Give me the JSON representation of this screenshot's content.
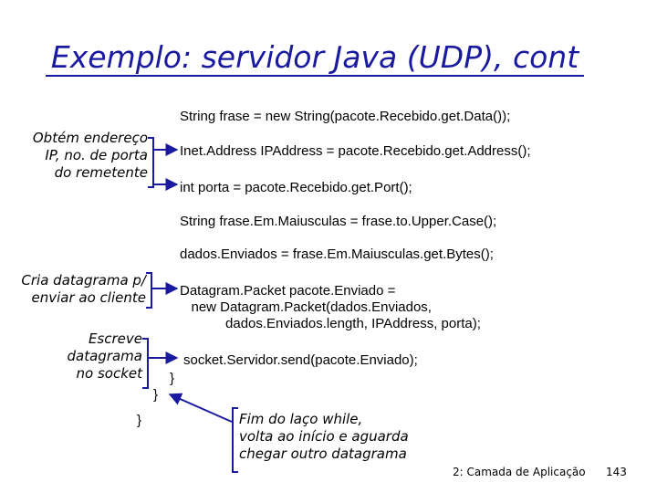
{
  "slide": {
    "title": "Exemplo: servidor Java (UDP), cont",
    "code": {
      "line1": "String frase = new String(pacote.Recebido.get.Data());",
      "line2": "Inet.Address IPAddress = pacote.Recebido.get.Address();",
      "line3": "int porta = pacote.Recebido.get.Port();",
      "line4": "String frase.Em.Maiusculas = frase.to.Upper.Case();",
      "line5": "dados.Enviados = frase.Em.Maiusculas.get.Bytes();",
      "line6": "Datagram.Packet pacote.Enviado =",
      "line7": "   new Datagram.Packet(dados.Enviados,",
      "line8": "            dados.Enviados.length, IPAddress, porta);",
      "line9": "socket.Servidor.send(pacote.Enviado);",
      "brace1": "}",
      "brace2": "}",
      "brace3": "}"
    },
    "notes": {
      "address": "Obtém endereço\nIP, no. de porta\ndo remetente",
      "create": "Cria datagrama p/\nenviar ao cliente",
      "write": "Escreve\ndatagrama\nno socket",
      "loop_end": "Fim do laço while,\nvolta ao início e aguarda\nchegar outro datagrama"
    },
    "footer": {
      "chapter": "2: Camada de Aplicação",
      "page_number": "143"
    },
    "colors": {
      "accent": "#1a1aa0",
      "text": "#000000",
      "background": "#ffffff"
    }
  }
}
